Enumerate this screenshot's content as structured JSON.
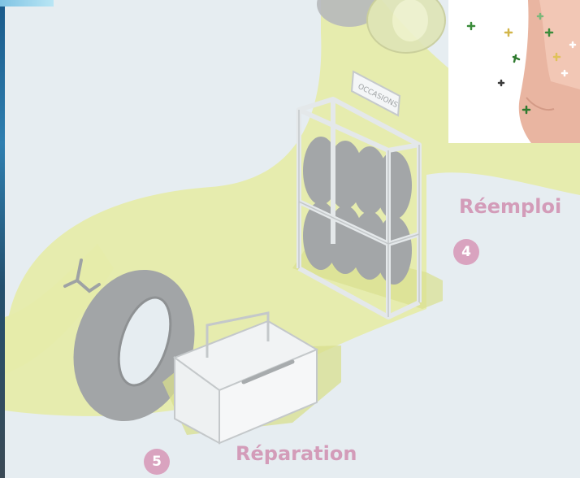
{
  "steps": [
    {
      "number": "4",
      "label": "Réemploi"
    },
    {
      "number": "5",
      "label": "Réparation"
    }
  ],
  "rack": {
    "sign": "OCCASIONS"
  },
  "colors": {
    "background": "#e6edf1",
    "path": "#e6ecaa",
    "label_pink": "#d39cb9",
    "badge_pink": "#d9a3bf",
    "line_art": "#c9cdcf",
    "tire": "#9b9d9f"
  },
  "icons": [
    "tire-icon",
    "tire-rack-icon",
    "toolbox-icon",
    "tire-lever-icon",
    "confetti-hand-photo"
  ]
}
